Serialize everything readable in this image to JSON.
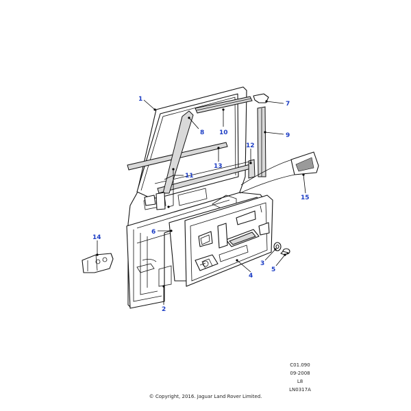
{
  "callouts": [
    {
      "label": "1"
    },
    {
      "label": "2"
    },
    {
      "label": "3"
    },
    {
      "label": "4"
    },
    {
      "label": "5"
    },
    {
      "label": "6"
    },
    {
      "label": "7"
    },
    {
      "label": "8"
    },
    {
      "label": "9"
    },
    {
      "label": "10"
    },
    {
      "label": "11"
    },
    {
      "label": "12"
    },
    {
      "label": "13"
    },
    {
      "label": "14"
    },
    {
      "label": "15"
    }
  ],
  "meta": {
    "code": "C01.090",
    "date": "09-2008",
    "lang": "L8",
    "ref": "LN0317A"
  },
  "copyright": "© Copyright, 2016. Jaguar Land Rover Limited.",
  "colors": {
    "callout": "#1b3cc4",
    "line": "#000000"
  }
}
